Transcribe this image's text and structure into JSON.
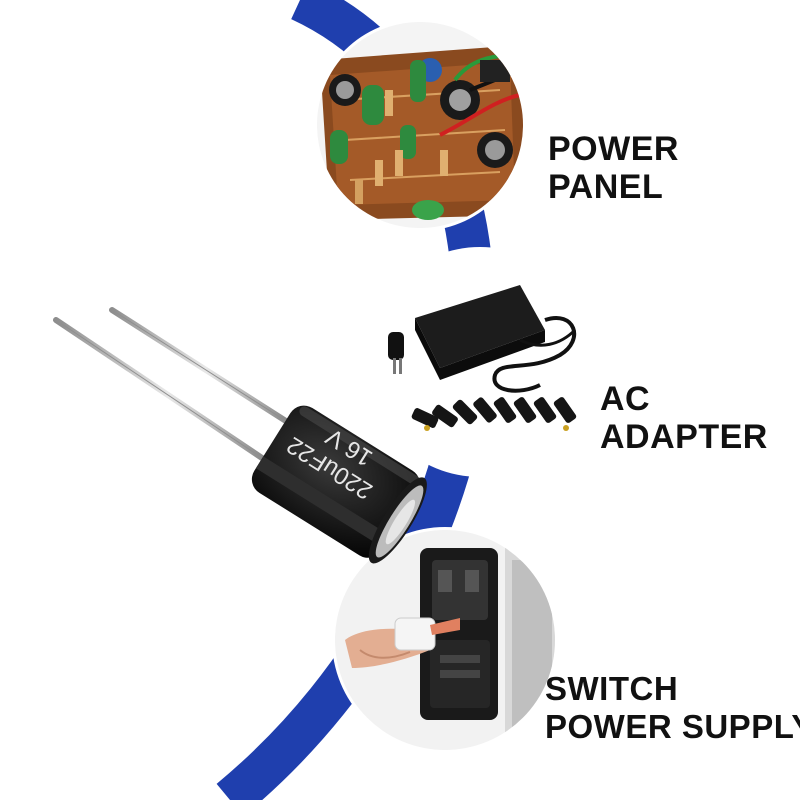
{
  "accent_color": "#1f3fae",
  "capacitor": {
    "marking_capacitance": "220uF",
    "marking_voltage": "16 V",
    "marking_partial": "22"
  },
  "items": [
    {
      "icon": "circuit-board",
      "line1": "POWER",
      "line2": "PANEL"
    },
    {
      "icon": "ac-adapter",
      "line1": "AC",
      "line2": "ADAPTER"
    },
    {
      "icon": "switch-power-supply",
      "line1": "SWITCH",
      "line2": "POWER SUPPLY"
    }
  ]
}
